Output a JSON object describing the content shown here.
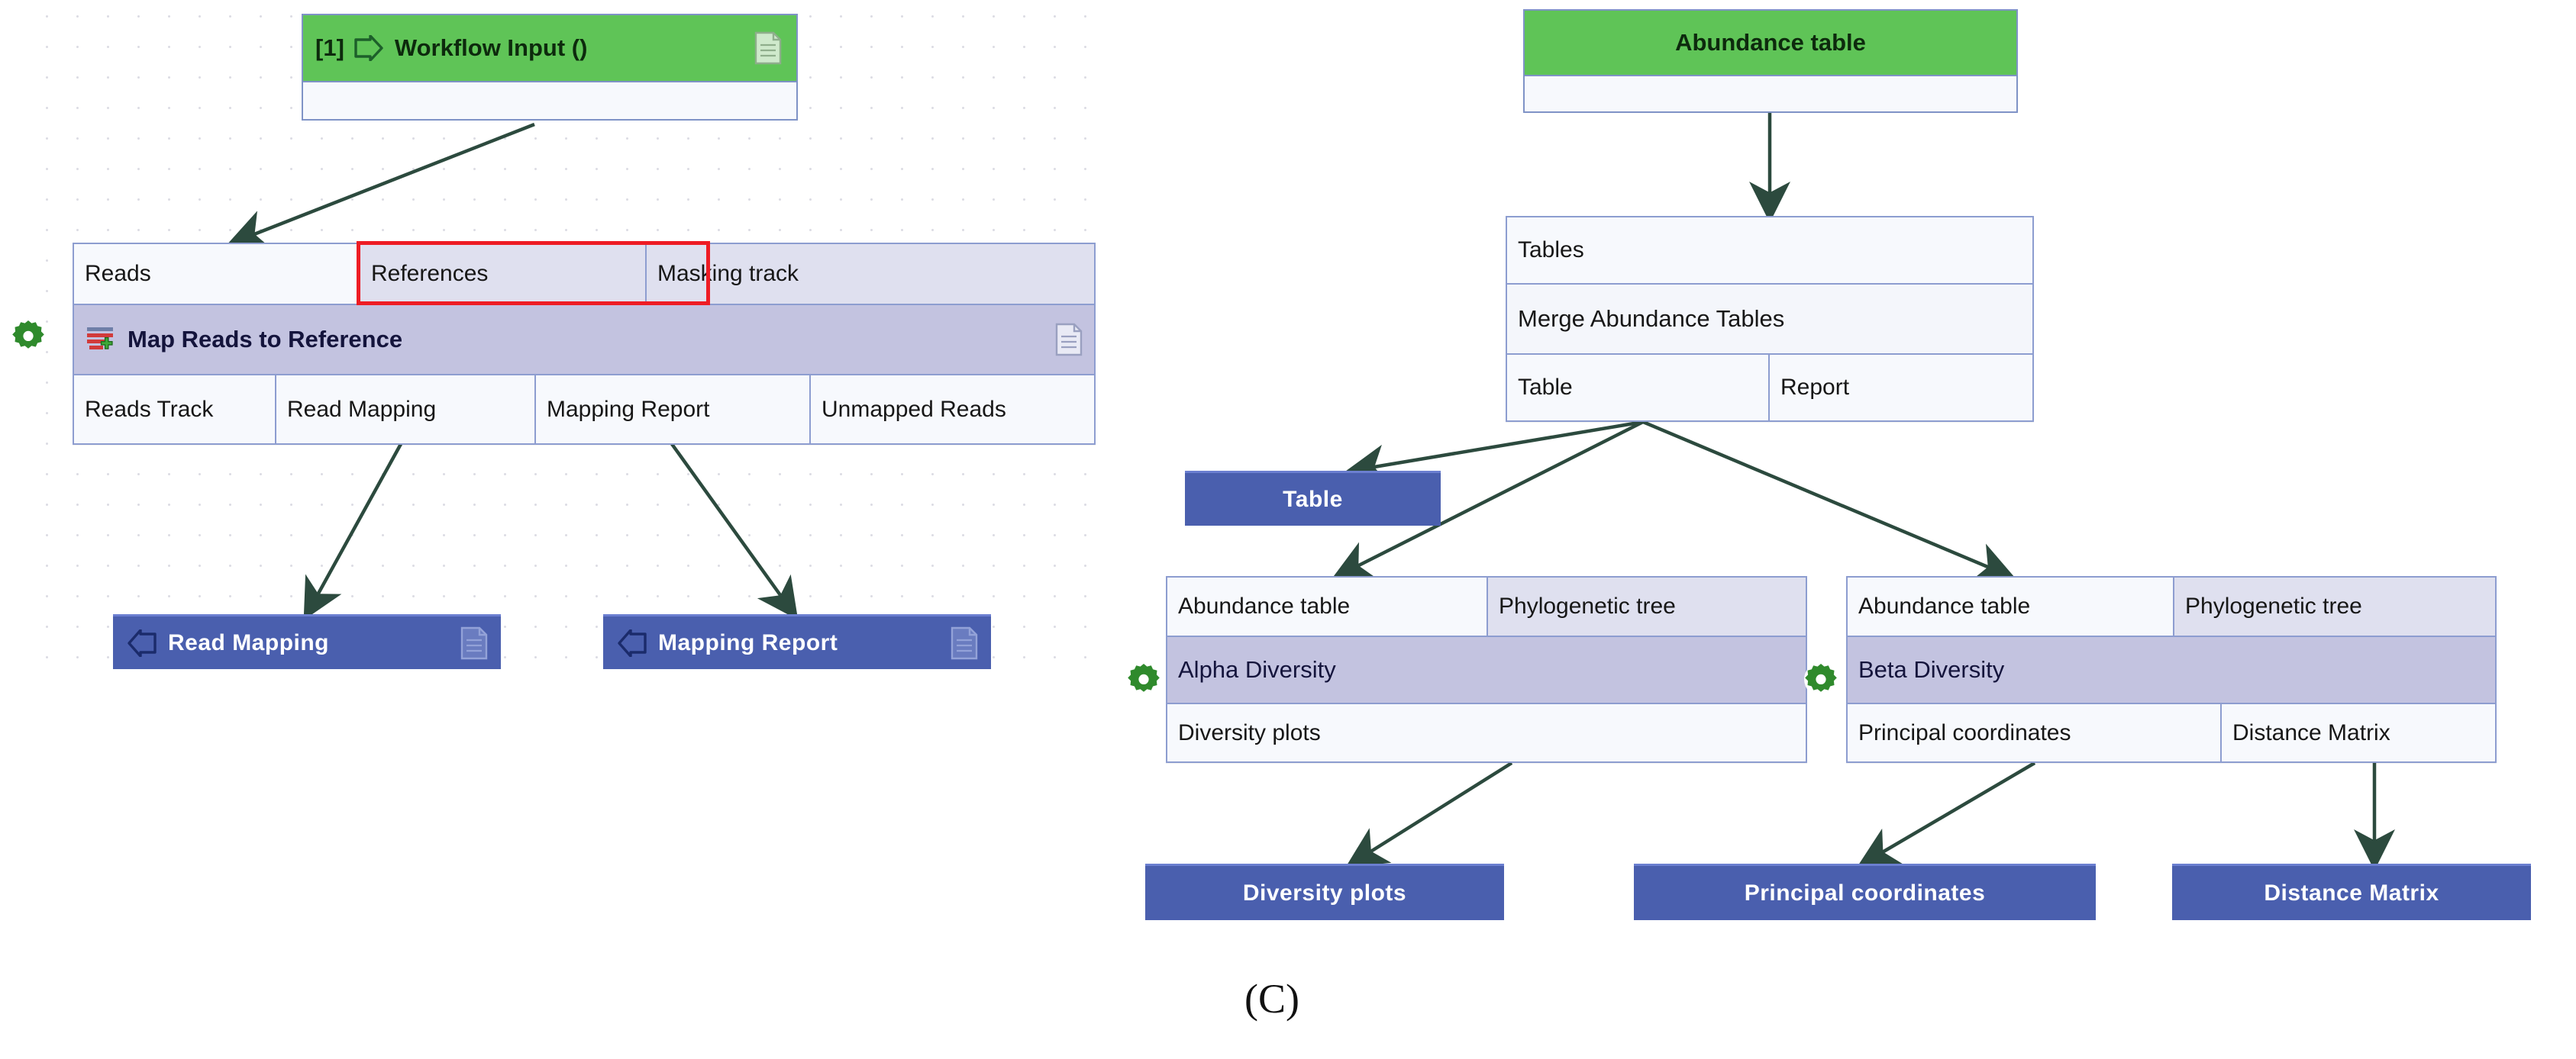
{
  "figure": {
    "caption": "(C)",
    "caption_letter": "C"
  },
  "left_workflow": {
    "input_node": {
      "index": "[1]",
      "label": "Workflow Input ()",
      "icon": "input-arrow-icon",
      "doc_icon": "document-icon"
    },
    "map_reads_module": {
      "title": "Map Reads to Reference",
      "icon": "map-reads-icon",
      "gear_icon": "gear-icon",
      "doc_icon": "document-icon",
      "inputs": [
        "Reads",
        "References",
        "Masking track"
      ],
      "outputs": [
        "Reads Track",
        "Read Mapping",
        "Mapping Report",
        "Unmapped Reads"
      ],
      "highlighted_input": "References",
      "highlight_color": "#ee1c24"
    },
    "output_nodes": [
      {
        "label": "Read Mapping",
        "icon": "output-arrow-icon",
        "doc_icon": "document-icon"
      },
      {
        "label": "Mapping Report",
        "icon": "output-arrow-icon",
        "doc_icon": "document-icon"
      }
    ]
  },
  "right_workflow": {
    "input_node": {
      "label": "Abundance table"
    },
    "merge_module": {
      "inputs": [
        "Tables"
      ],
      "title": "Merge Abundance Tables",
      "outputs": [
        "Table",
        "Report"
      ]
    },
    "table_output_node": {
      "label": "Table"
    },
    "alpha_module": {
      "title": "Alpha Diversity",
      "gear_icon": "gear-icon",
      "inputs": [
        "Abundance table",
        "Phylogenetic tree"
      ],
      "outputs": [
        "Diversity plots"
      ]
    },
    "beta_module": {
      "title": "Beta Diversity",
      "gear_icon": "gear-icon",
      "inputs": [
        "Abundance table",
        "Phylogenetic tree"
      ],
      "outputs": [
        "Principal coordinates",
        "Distance Matrix"
      ]
    },
    "output_nodes": [
      {
        "label": "Diversity plots"
      },
      {
        "label": "Principal coordinates"
      },
      {
        "label": "Distance Matrix"
      }
    ]
  },
  "colors": {
    "input_green": "#5fc457",
    "module_title_purple": "#c3c3e0",
    "module_border_blue": "#8d9dd0",
    "output_node_blue": "#4a5fae",
    "edge_green": "#2c4a3e",
    "highlight_red": "#ee1c24",
    "gear_green": "#2f8a2c"
  }
}
